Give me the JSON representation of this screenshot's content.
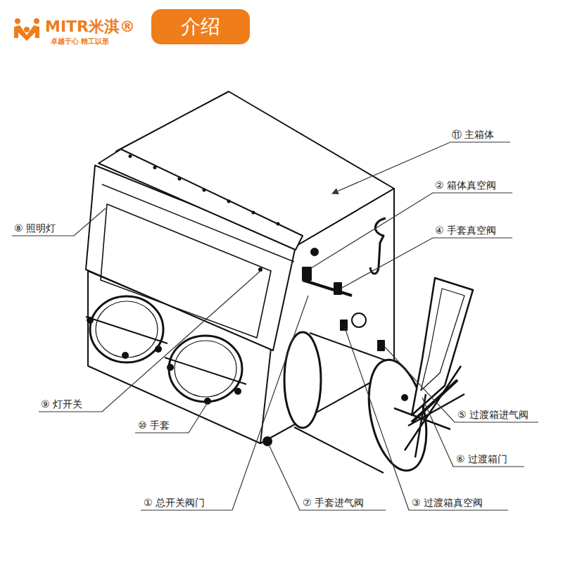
{
  "diagram": {
    "nodes": [
      {
        "text": [
          "介绍"
        ]
      }
    ],
    "labels": [
      "MITR米淇®",
      "卓越于心 精工以形",
      "⑪ 主箱体",
      "② 箱体真空阀",
      "④ 手套真空阀",
      "⑤ 过渡箱进气阀",
      "⑥ 过渡箱门",
      "③ 过渡箱真空阀",
      "⑦ 手套进气阀",
      "① 总开关阀门",
      "⑩ 手套",
      "⑨ 灯开关",
      "⑧ 照明灯"
    ]
  }
}
